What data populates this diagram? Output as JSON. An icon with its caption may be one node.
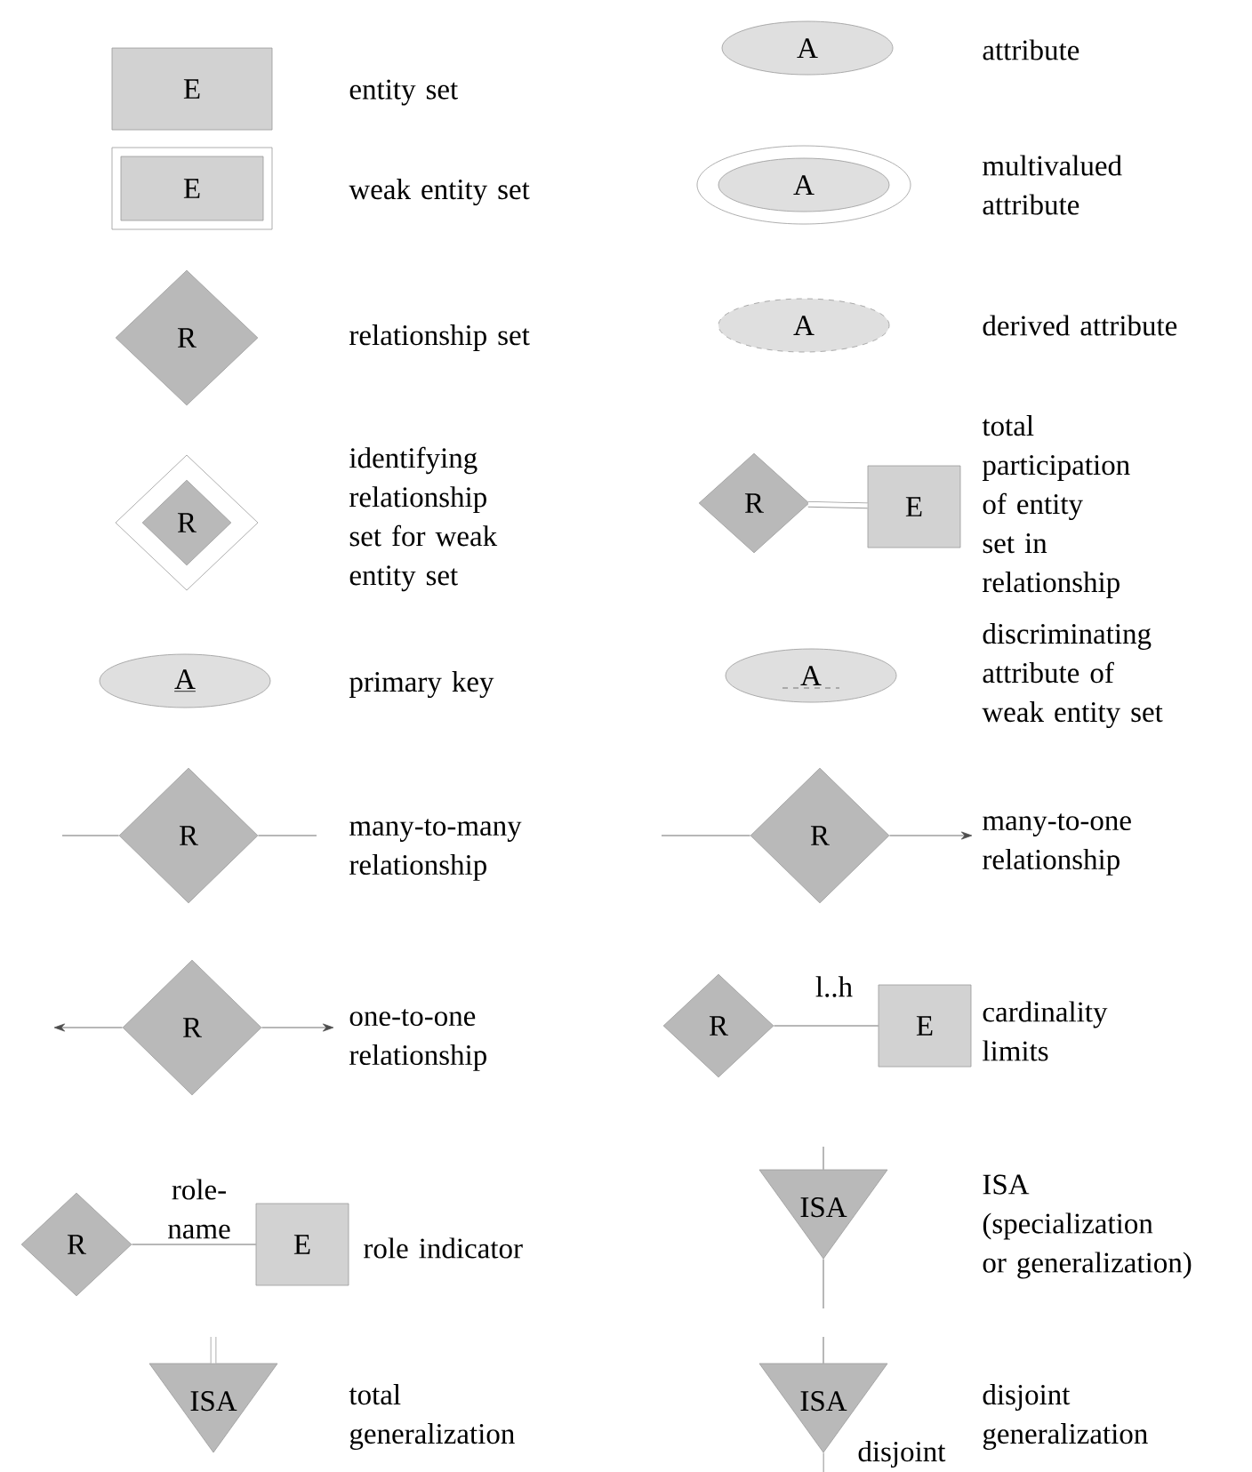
{
  "diagram": {
    "nodes": [
      {
        "text": [
          "E"
        ],
        "beside": [
          "entity set"
        ]
      },
      {
        "text": [
          "A"
        ],
        "beside": [
          "attribute"
        ]
      },
      {
        "text": [
          "E"
        ],
        "beside": [
          "weak entity set"
        ]
      },
      {
        "text": [
          "A"
        ],
        "beside": [
          "multivalued attribute"
        ]
      },
      {
        "text": [
          "R"
        ],
        "beside": [
          "relationship set"
        ]
      },
      {
        "text": [
          "A"
        ],
        "beside": [
          "derived attribute"
        ]
      },
      {
        "text": [
          "R"
        ],
        "beside": [
          "identifying relationship set for weak entity set"
        ]
      },
      {
        "text": [
          "R"
        ]
      },
      {
        "text": [
          "E"
        ],
        "beside": [
          "total participation of entity set in relationship"
        ]
      },
      {
        "text": [
          "A"
        ],
        "beside": [
          "primary key"
        ]
      },
      {
        "text": [
          "A"
        ],
        "beside": [
          "discriminating attribute of weak entity set"
        ]
      },
      {
        "text": [
          "R"
        ],
        "beside": [
          "many-to-many relationship"
        ]
      },
      {
        "text": [
          "R"
        ],
        "beside": [
          "many-to-one relationship"
        ]
      },
      {
        "text": [
          "R"
        ],
        "beside": [
          "one-to-one relationship"
        ]
      },
      {
        "text": [
          "R"
        ]
      },
      {
        "text": [
          "E"
        ],
        "beside": [
          "cardinality limits"
        ]
      },
      {
        "text": [
          "R"
        ]
      },
      {
        "text": [
          "E"
        ],
        "beside": [
          "role indicator"
        ]
      },
      {
        "text": [
          "ISA"
        ],
        "beside": [
          "ISA (specialization or generalization)"
        ]
      },
      {
        "text": [
          "ISA"
        ],
        "beside": [
          "total generalization"
        ]
      },
      {
        "text": [
          "ISA"
        ],
        "beside": [
          "disjoint generalization",
          "disjoint"
        ]
      }
    ],
    "edges": [
      {
        "from": 7,
        "to": 8,
        "arrow": "none",
        "style": "thick"
      },
      {
        "from": null,
        "to": 11,
        "arrow": "none"
      },
      {
        "from": 11,
        "to": null,
        "arrow": "none"
      },
      {
        "from": null,
        "to": 12,
        "arrow": "none"
      },
      {
        "from": 12,
        "to": null,
        "arrow": "to"
      },
      {
        "from": 13,
        "to": null,
        "arrow": "to"
      },
      {
        "from": 13,
        "to": null,
        "arrow": "to"
      },
      {
        "from": 14,
        "to": 15,
        "arrow": "none",
        "label": "l..h"
      },
      {
        "from": 16,
        "to": 17,
        "arrow": "none",
        "label": "role-name"
      },
      {
        "from": null,
        "to": 18,
        "arrow": "none"
      },
      {
        "from": 18,
        "to": null,
        "arrow": "none"
      },
      {
        "from": null,
        "to": 19,
        "arrow": "none",
        "style": "thick"
      },
      {
        "from": null,
        "to": 20,
        "arrow": "none"
      },
      {
        "from": 20,
        "to": null,
        "arrow": "none"
      }
    ]
  }
}
